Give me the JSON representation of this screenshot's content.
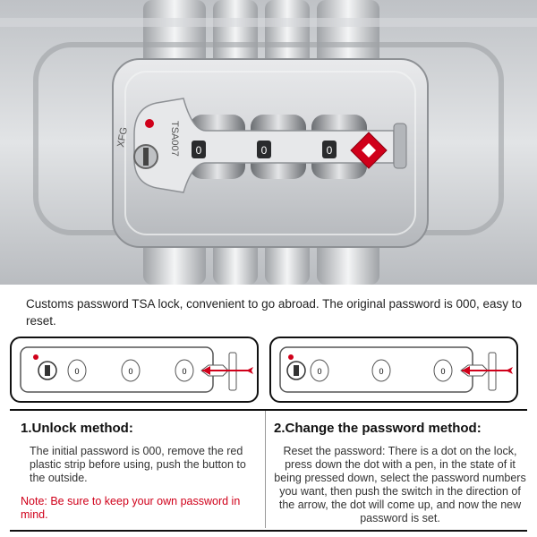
{
  "intro_text": "Customs password TSA lock, convenient to go abroad. The original password is 000, easy to reset.",
  "lock_photo": {
    "dial_digits": [
      "0",
      "0",
      "0"
    ],
    "engraving_left": "XFG",
    "engraving_right": "TSA007"
  },
  "diagram_left": {
    "dial_digits": [
      "0",
      "0",
      "0"
    ]
  },
  "diagram_right": {
    "dial_digits": [
      "0",
      "0",
      "0"
    ]
  },
  "unlock": {
    "title": "1.Unlock method:",
    "body": "The initial password is 000, remove the red plastic strip before using, push the button to the outside.",
    "note": "Note: Be sure to keep your own password in mind."
  },
  "change": {
    "title": "2.Change the password method:",
    "body": "Reset the password: There is a dot on the lock, press down the dot with a pen, in the state of it being pressed down, select the password numbers you want, then push the switch in the direction of the arrow, the dot will come up, and now the new password is set."
  },
  "colors": {
    "accent_red": "#d0001a",
    "metal": "#c9cbce",
    "outline": "#111111"
  }
}
